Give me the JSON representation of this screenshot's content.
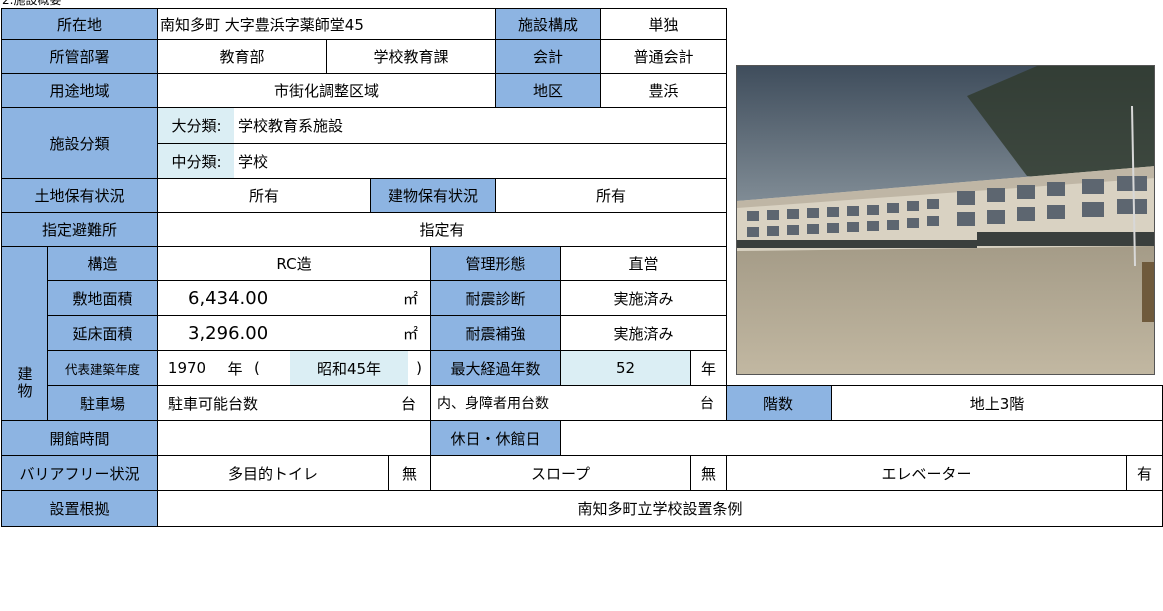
{
  "section_label": "2.施設概要",
  "labels": {
    "location": "所在地",
    "facility_composition": "施設構成",
    "department": "所管部署",
    "accounting": "会計",
    "zoning": "用途地域",
    "district": "地区",
    "facility_category": "施設分類",
    "major_category": "大分類:",
    "middle_category": "中分類:",
    "land_ownership": "土地保有状況",
    "building_ownership": "建物保有状況",
    "designated_shelter": "指定避難所",
    "building_group": "建物",
    "structure": "構造",
    "management": "管理形態",
    "site_area": "敷地面積",
    "seismic_diagnosis": "耐震診断",
    "floor_area": "延床面積",
    "seismic_retrofit": "耐震補強",
    "built_year": "代表建築年度",
    "max_elapsed": "最大経過年数",
    "parking": "駐車場",
    "parking_capacity": "駐車可能台数",
    "accessible_parking": "内、身障者用台数",
    "floors": "階数",
    "opening_hours": "開館時間",
    "holidays": "休日・休館日",
    "barrier_free": "バリアフリー状況",
    "toilet": "多目的トイレ",
    "slope": "スロープ",
    "elevator": "エレベーター",
    "legal_basis": "設置根拠"
  },
  "values": {
    "location": "南知多町 大字豊浜字薬師堂45",
    "facility_composition": "単独",
    "department_1": "教育部",
    "department_2": "学校教育課",
    "accounting": "普通会計",
    "zoning": "市街化調整区域",
    "district": "豊浜",
    "major_category": "学校教育系施設",
    "middle_category": "学校",
    "land_ownership": "所有",
    "building_ownership": "所有",
    "designated_shelter": "指定有",
    "structure": "RC造",
    "management": "直営",
    "site_area": "6,434.00",
    "site_area_unit": "㎡",
    "seismic_diagnosis": "実施済み",
    "floor_area": "3,296.00",
    "floor_area_unit": "㎡",
    "seismic_retrofit": "実施済み",
    "built_year": "1970",
    "year_unit": "年",
    "paren_open": "(",
    "era_year": "昭和45年",
    "paren_close": ")",
    "max_elapsed": "52",
    "elapsed_unit": "年",
    "parking_unit": "台",
    "accessible_unit": "台",
    "floors": "地上3階",
    "opening_hours": "",
    "holidays": "",
    "toilet": "無",
    "slope": "無",
    "elevator": "有",
    "legal_basis": "南知多町立学校設置条例"
  }
}
